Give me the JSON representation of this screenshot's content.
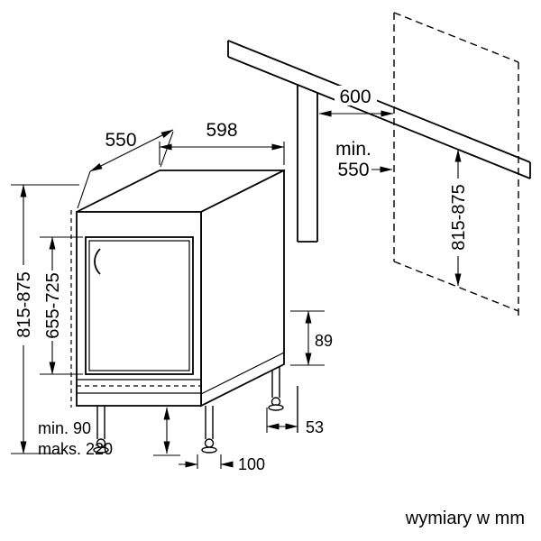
{
  "caption": "wymiary w mm",
  "dims": {
    "depth_top": "550",
    "width_top": "598",
    "niche_width": "600",
    "niche_min_1": "min.",
    "niche_min_2": "550",
    "height_left": "815-875",
    "door_height": "655-725",
    "niche_height": "815-875",
    "plinth_back": "89",
    "gap_back": "53",
    "foot_offset": "100",
    "plinth_min": "min. 90",
    "plinth_max": "maks. 220"
  }
}
